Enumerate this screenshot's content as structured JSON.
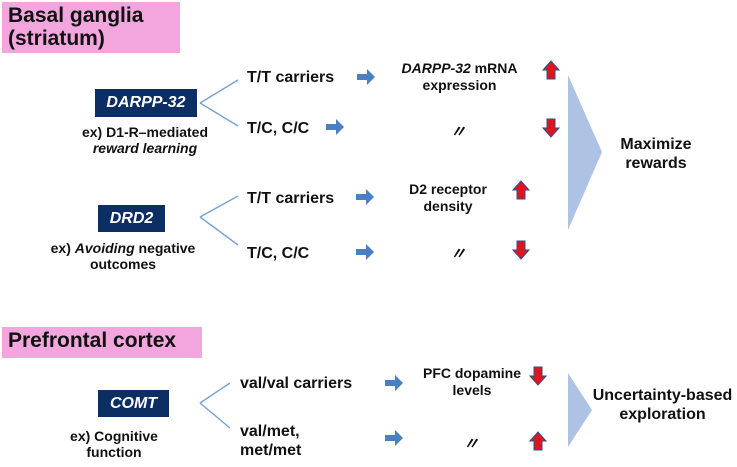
{
  "regions": {
    "basal_ganglia": {
      "line1": "Basal ganglia",
      "line2": "(striatum)"
    },
    "prefrontal": {
      "label": "Prefrontal cortex"
    }
  },
  "genes": {
    "darpp32": {
      "name": "DARPP-32",
      "ex_prefix": "ex) D1-R–mediated",
      "ex_italic": "reward learning",
      "rows": [
        {
          "genotype": "T/T carriers",
          "effect_italic": "DARPP-32",
          "effect_rest": " mRNA",
          "effect_line2": "expression",
          "direction": "up"
        },
        {
          "genotype": "T/C, C/C",
          "effect": "〃",
          "direction": "down"
        }
      ]
    },
    "drd2": {
      "name": "DRD2",
      "ex_prefix": "ex)",
      "ex_italic": "Avoiding",
      "ex_rest": " negative",
      "ex_line2": "outcomes",
      "rows": [
        {
          "genotype": "T/T carriers",
          "effect_line1": "D2 receptor",
          "effect_line2": "density",
          "direction": "up"
        },
        {
          "genotype": "T/C, C/C",
          "effect": "〃",
          "direction": "down"
        }
      ]
    },
    "comt": {
      "name": "COMT",
      "ex_line1": "ex) Cognitive",
      "ex_line2": "function",
      "rows": [
        {
          "genotype": "val/val carriers",
          "effect_line1": "PFC dopamine",
          "effect_line2": "levels",
          "direction": "down"
        },
        {
          "genotype_line1": "val/met,",
          "genotype_line2": "met/met",
          "effect": "〃",
          "direction": "up"
        }
      ]
    }
  },
  "outcomes": {
    "basal": {
      "line1": "Maximize",
      "line2": "rewards"
    },
    "prefrontal": {
      "line1": "Uncertainty-based",
      "line2": "exploration"
    }
  },
  "colors": {
    "region_fill": "#f3a6de",
    "gene_fill": "#0c2e63",
    "arrow_blue": "#4a7fc4",
    "up_red": "#e0141c",
    "branch_line": "#7aa0d4",
    "funnel": "#aec3e3"
  }
}
